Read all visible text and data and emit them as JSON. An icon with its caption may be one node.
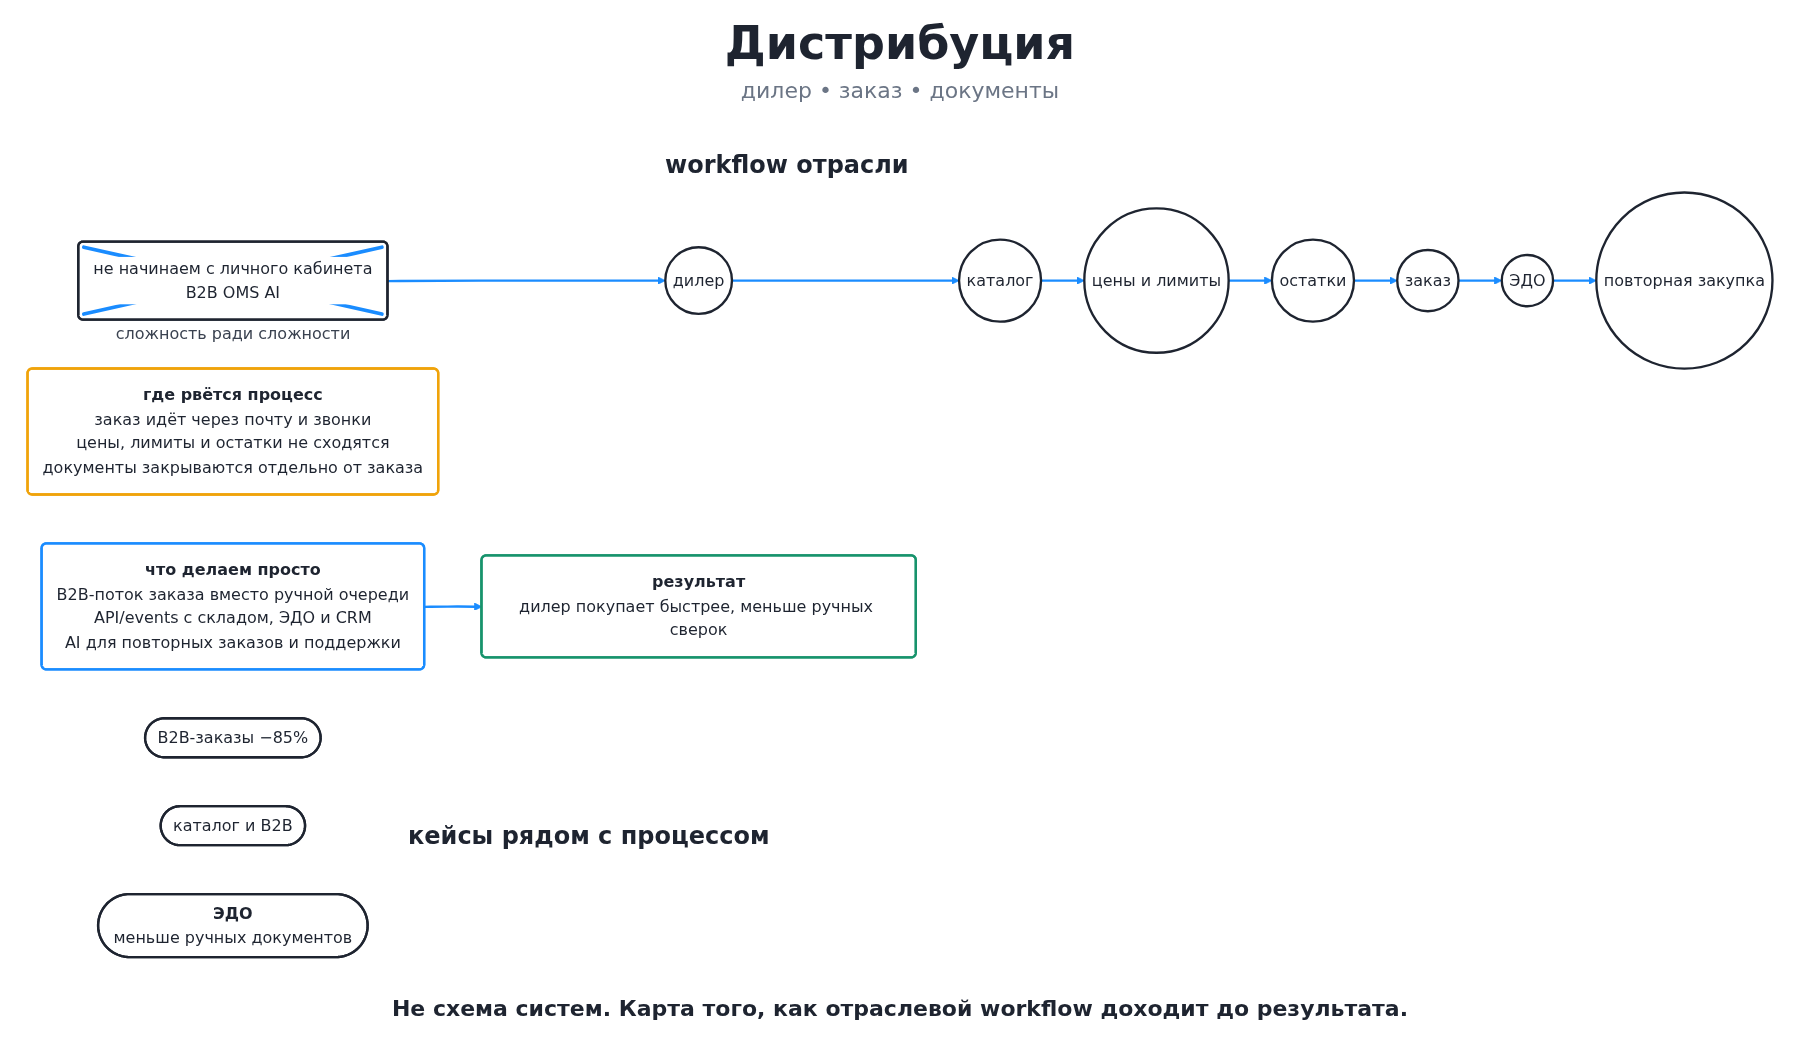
{
  "diagram": {
    "title": "Дистрибуция",
    "caption": "Не схема систем. Карта того, как отраслевой workflow доходит до результата.",
    "nodes": [
      {
        "text": [
          "не начинаем с личного кабинета",
          "B2B OMS AI"
        ],
        "beside": [
          "сложность ради сложности"
        ]
      },
      {
        "text": [
          "дилер"
        ]
      },
      {
        "text": [
          "каталог"
        ]
      },
      {
        "text": [
          "цены и лимиты"
        ]
      },
      {
        "text": [
          "остатки"
        ]
      },
      {
        "text": [
          "заказ"
        ]
      },
      {
        "text": [
          "ЭДО"
        ]
      },
      {
        "text": [
          "повторная закупка"
        ]
      },
      {
        "text": [
          "где рвётся процесс",
          "заказ идёт через почту и звонки",
          "цены, лимиты и остатки не сходятся",
          "документы закрываются отдельно от заказа"
        ]
      },
      {
        "text": [
          "что делаем просто",
          "B2B-поток заказа вместо ручной очереди",
          "API/events с складом, ЭДО и CRM",
          "AI для повторных заказов и поддержки"
        ]
      },
      {
        "text": [
          "результат",
          "дилер покупает быстрее, меньше ручных сверок"
        ]
      },
      {
        "text": [
          "B2B-заказы −85%"
        ]
      },
      {
        "text": [
          "каталог и B2B"
        ]
      },
      {
        "text": [
          "ЭДО",
          "меньше ручных документов"
        ]
      }
    ],
    "edges": [
      {
        "from": 0,
        "to": 1,
        "arrow": "to"
      },
      {
        "from": 1,
        "to": 2,
        "arrow": "to"
      },
      {
        "from": 2,
        "to": 3,
        "arrow": "to"
      },
      {
        "from": 3,
        "to": 4,
        "arrow": "to"
      },
      {
        "from": 4,
        "to": 5,
        "arrow": "to"
      },
      {
        "from": 5,
        "to": 6,
        "arrow": "to"
      },
      {
        "from": 6,
        "to": 7,
        "arrow": "to"
      },
      {
        "from": 9,
        "to": 10,
        "arrow": "to"
      }
    ],
    "labels": [
      "дилер • заказ • документы",
      "workflow отрасли",
      "кейсы рядом с процессом"
    ]
  }
}
